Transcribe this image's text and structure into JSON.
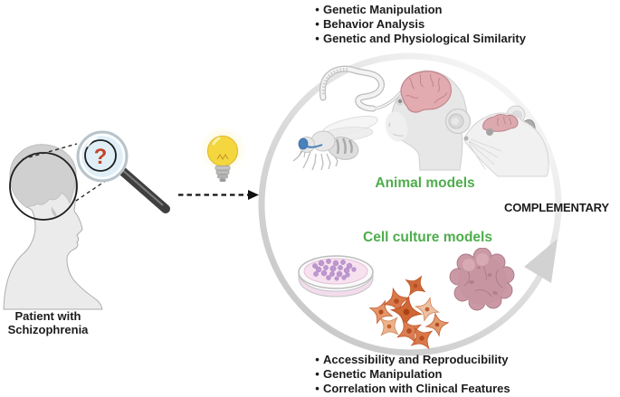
{
  "figure": {
    "bullet_char": "•",
    "top_list": {
      "items": [
        "Genetic Manipulation",
        "Behavior Analysis",
        "Genetic and Physiological Similarity"
      ]
    },
    "bottom_list": {
      "items": [
        "Accessibility and Reproducibility",
        "Genetic Manipulation",
        "Correlation with Clinical Features"
      ]
    },
    "patient": {
      "label_line1": "Patient with",
      "label_line2": "Schizophrenia",
      "magnifier_symbol": "?"
    },
    "animal_models": {
      "label": "Animal models"
    },
    "cell_models": {
      "label": "Cell culture models"
    },
    "cycle": {
      "label": "COMPLEMENTARY"
    }
  },
  "icons": {
    "patient_silhouette": "patient-head-profile",
    "magnifier": "magnifying-glass-question",
    "idea": "light-bulb",
    "connector": "dashed-right-arrow",
    "worm": "c-elegans-worm",
    "fly": "drosophila-fly",
    "monkey": "monkey-head-with-brain",
    "mouse": "mouse-head-with-brain",
    "petri_dish": "petri-dish-with-colonies",
    "cells": "cultured-neural-cells",
    "organoid": "brain-organoid",
    "cycle_arrow": "circular-gray-arrow"
  },
  "colors": {
    "accent_green": "#4ead4c",
    "text_black": "#1c1c1c",
    "brain_pink": "#e2abb0",
    "brain_pink_stroke": "#c2858c",
    "fly_brain_blue": "#4a81ba",
    "question_red": "#c2442a",
    "bulb_yellow": "#f4d73e",
    "cells_orange": "#d9784a",
    "cell_nucleus": "#b44d22",
    "colony_purple": "#b78fcd",
    "petri_medium_pink": "#f7e1ef",
    "organoid_mauve": "#c795a1",
    "cycle_gray": "#d2d2d2",
    "silhouette_gray": "#ebebeb"
  }
}
